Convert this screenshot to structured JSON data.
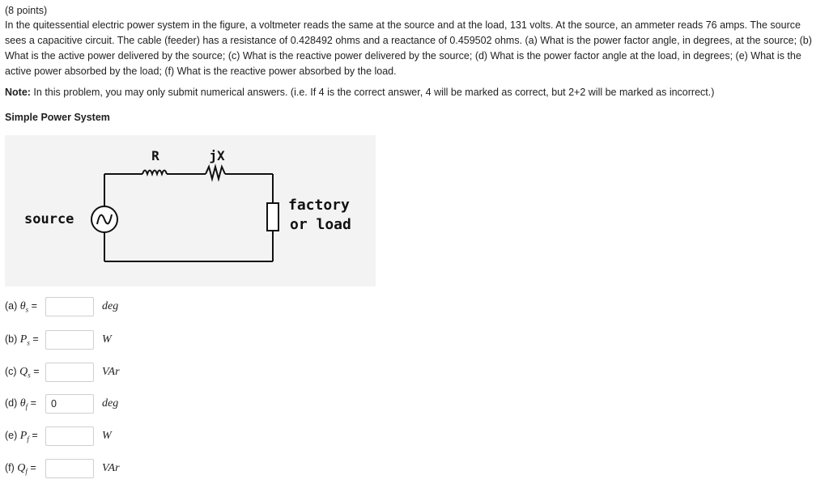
{
  "question": {
    "points": "(8 points)",
    "text": "In the quitessential electric power system in the figure, a voltmeter reads the same at the source and at the load, 131 volts. At the source, an ammeter reads 76 amps. The source sees a capacitive circuit. The cable (feeder) has a resistance of 0.428492 ohms and a reactance of 0.459502 ohms. (a) What is the power factor angle, in degrees, at the source; (b) What is the active power delivered by the source; (c) What is the reactive power delivered by the source; (d) What is the power factor angle at the load, in degrees; (e) What is the active power absorbed by the load; (f) What is the reactive power absorbed by the load.",
    "note_label": "Note:",
    "note_text": " In this problem, you may only submit numerical answers. (i.e. If 4 is the correct answer, 4 will be marked as correct, but 2+2 will be marked as incorrect.)",
    "section_title": "Simple Power System"
  },
  "figure": {
    "label_r": "R",
    "label_jx": "jX",
    "label_source": "source",
    "label_factory": "factory",
    "label_or_load": "or load"
  },
  "answers": [
    {
      "prefix": "(a)",
      "symbol": "θ",
      "subscript": "s",
      "value": "",
      "unit": "deg"
    },
    {
      "prefix": "(b)",
      "symbol": "P",
      "subscript": "s",
      "value": "",
      "unit": "W"
    },
    {
      "prefix": "(c)",
      "symbol": "Q",
      "subscript": "s",
      "value": "",
      "unit": "VAr"
    },
    {
      "prefix": "(d)",
      "symbol": "θ",
      "subscript": "f",
      "value": "0",
      "unit": "deg"
    },
    {
      "prefix": "(e)",
      "symbol": "P",
      "subscript": "f",
      "value": "",
      "unit": "W"
    },
    {
      "prefix": "(f)",
      "symbol": "Q",
      "subscript": "f",
      "value": "",
      "unit": "VAr"
    }
  ],
  "equals": "="
}
